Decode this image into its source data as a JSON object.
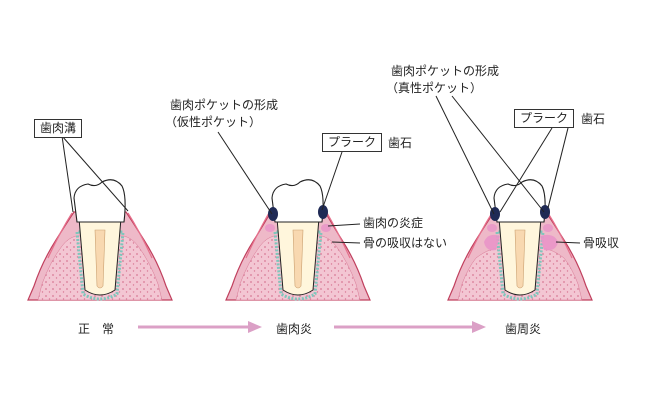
{
  "colors": {
    "gum": "#eeb9c8",
    "gum_edge": "#c0405e",
    "gum_margin": "#e6708c",
    "bone": "#f3c6d3",
    "bone_dots": "#d87995",
    "enamel": "#ffffff",
    "dentin": "#fff6dc",
    "ligament": "#7fc6bc",
    "plaque": "#1f2a55",
    "inflammation": "#e995c8",
    "arrow": "#dba0c6",
    "line": "#222222"
  },
  "stages": [
    {
      "id": "normal",
      "label": "正　常"
    },
    {
      "id": "gingivitis",
      "label": "歯肉炎"
    },
    {
      "id": "periodontitis",
      "label": "歯周炎"
    }
  ],
  "labels": {
    "gingival_sulcus": "歯肉溝",
    "pseudo_pocket_line1": "歯肉ポケットの形成",
    "pseudo_pocket_line2": "（仮性ポケット）",
    "plaque": "プラーク",
    "tartar": "歯石",
    "gum_inflammation": "歯肉の炎症",
    "no_bone_resorption": "骨の吸収はない",
    "true_pocket_line1": "歯肉ポケットの形成",
    "true_pocket_line2": "（真性ポケット）",
    "bone_resorption": "骨吸収"
  }
}
